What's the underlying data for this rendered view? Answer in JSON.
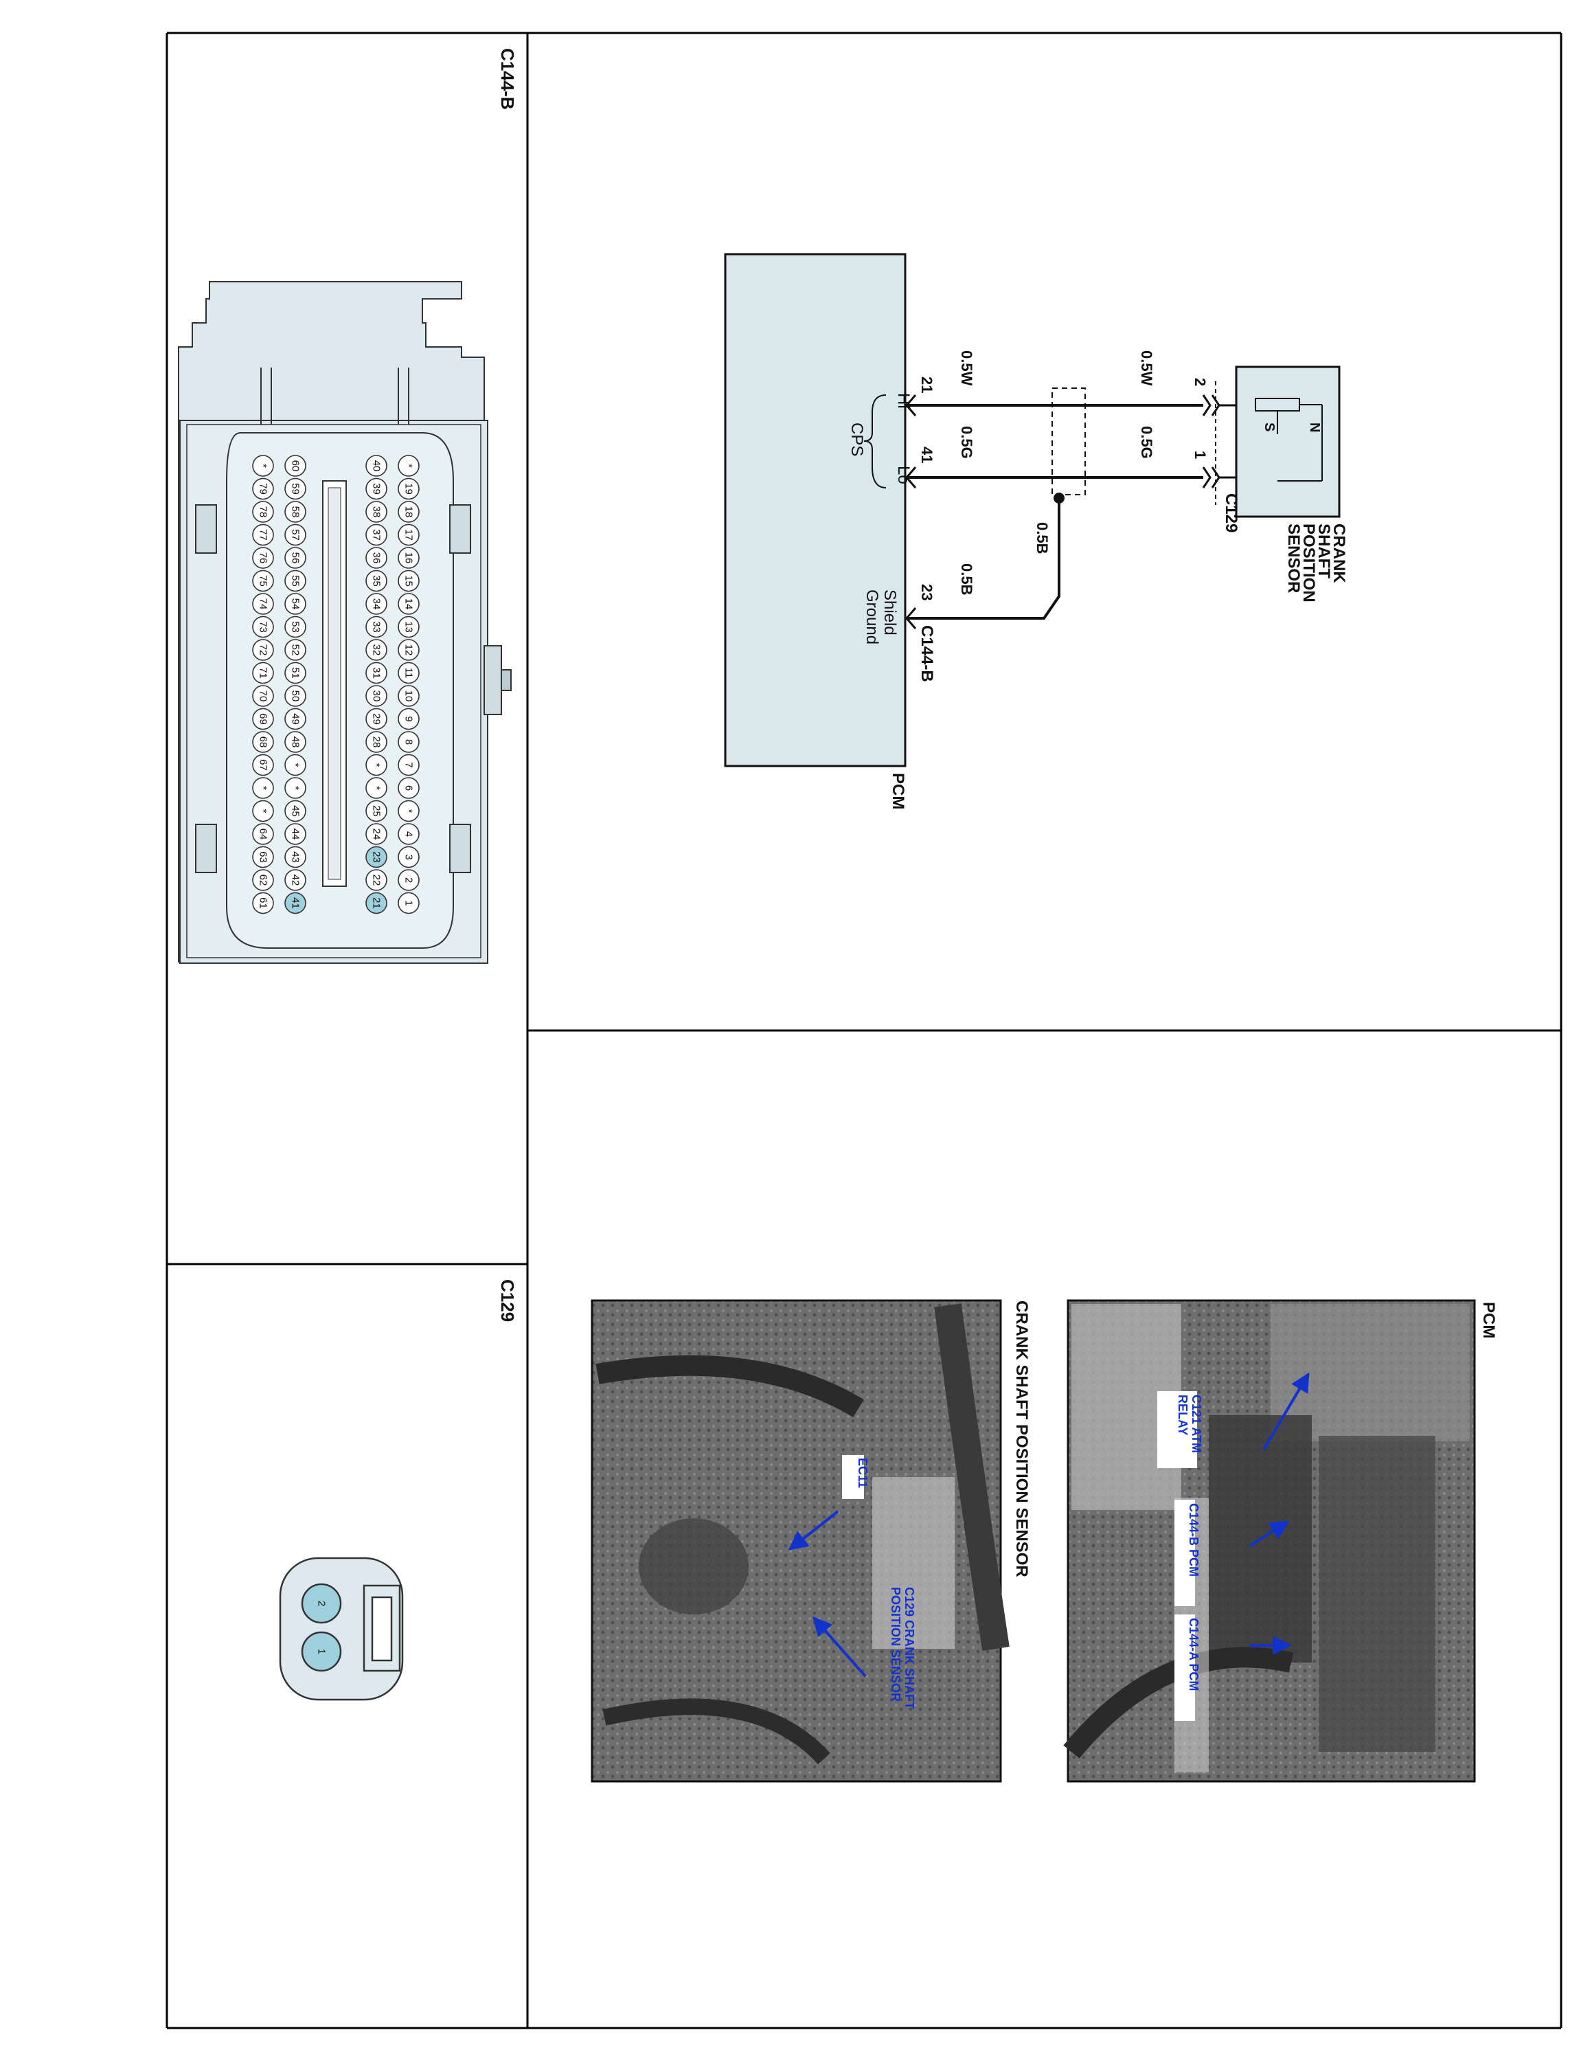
{
  "connectors": {
    "c144b_title": "C144-B",
    "c129_title": "C129",
    "c129_pins": [
      "2",
      "1"
    ],
    "c144b_pins": {
      "row_top": [
        "*",
        "19",
        "18",
        "17",
        "16",
        "15",
        "14",
        "13",
        "12",
        "11",
        "10",
        "9",
        "8",
        "7",
        "6",
        "*",
        "4",
        "3",
        "2",
        "1"
      ],
      "row_second": [
        "40",
        "39",
        "38",
        "37",
        "36",
        "35",
        "34",
        "33",
        "32",
        "31",
        "30",
        "29",
        "28",
        "*",
        "*",
        "25",
        "24",
        "23",
        "22",
        "21"
      ],
      "row_third": [
        "60",
        "59",
        "58",
        "57",
        "56",
        "55",
        "54",
        "53",
        "52",
        "51",
        "50",
        "49",
        "48",
        "*",
        "*",
        "45",
        "44",
        "43",
        "42",
        "41"
      ],
      "row_bottom": [
        "*",
        "79",
        "78",
        "77",
        "76",
        "75",
        "74",
        "73",
        "72",
        "71",
        "70",
        "69",
        "68",
        "67",
        "*",
        "*",
        "64",
        "63",
        "62",
        "61"
      ],
      "highlighted": [
        "21",
        "23",
        "41"
      ]
    }
  },
  "schematic": {
    "sensor_label": [
      "CRANK",
      "SHAFT",
      "POSITION",
      "SENSOR"
    ],
    "sensor_poles": {
      "n": "N",
      "s": "S"
    },
    "c129_label": "C129",
    "c129_pin_a": "2",
    "c129_pin_b": "1",
    "wire_upper_a": "0.5W",
    "wire_upper_b": "0.5G",
    "shield_wire": "0.5B",
    "wire_lower_a": "0.5W",
    "wire_lower_b": "0.5G",
    "wire_lower_c": "0.5B",
    "pcm_pin_a": "21",
    "pcm_pin_b": "41",
    "pcm_pin_c": "23",
    "c144b_label": "C144-B",
    "sig_hi": "Hi",
    "sig_lo": "Lo",
    "sig_name": "CPS",
    "shield_ground": [
      "Shield",
      "Ground"
    ],
    "pcm_label": "PCM"
  },
  "photos": {
    "pcm_title": "PCM",
    "pcm_callouts": {
      "relay": [
        "C121 ATM",
        "RELAY"
      ],
      "c144b": "C144-B PCM",
      "c144a": "C144-A PCM"
    },
    "sensor_title": "CRANK SHAFT POSITION SENSOR",
    "sensor_callouts": {
      "ec11": "EC11",
      "sensor": [
        "C129 CRANK SHAFT",
        "POSITION SENSOR"
      ]
    }
  },
  "colors": {
    "connector_fill": "#dde9ee",
    "pin_highlight": "#9fd0dd",
    "pcm_fill": "#dae7eb",
    "callout_text": "#1133cc"
  }
}
